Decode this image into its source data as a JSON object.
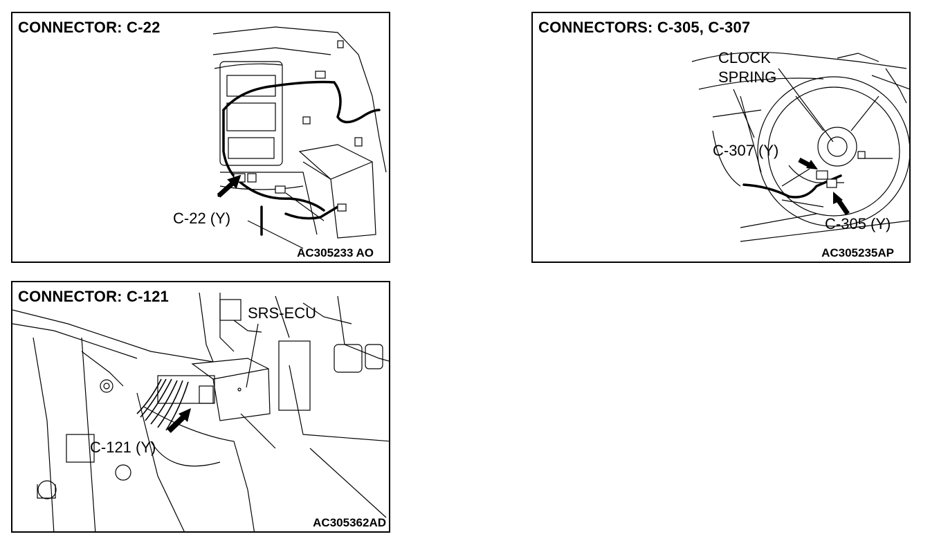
{
  "panels": [
    {
      "title": "CONNECTOR: C-22",
      "code": "AC305233 AO",
      "callouts": {
        "connector": "C-22 (Y)"
      }
    },
    {
      "title": "CONNECTORS: C-305, C-307",
      "code": "AC305235AP",
      "callouts": {
        "clock_spring_line1": "CLOCK",
        "clock_spring_line2": "SPRING",
        "c307": "C-307 (Y)",
        "c305": "C-305 (Y)"
      }
    },
    {
      "title": "CONNECTOR: C-121",
      "code": "AC305362AD",
      "callouts": {
        "ecu": "SRS-ECU",
        "connector": "C-121 (Y)"
      }
    }
  ]
}
